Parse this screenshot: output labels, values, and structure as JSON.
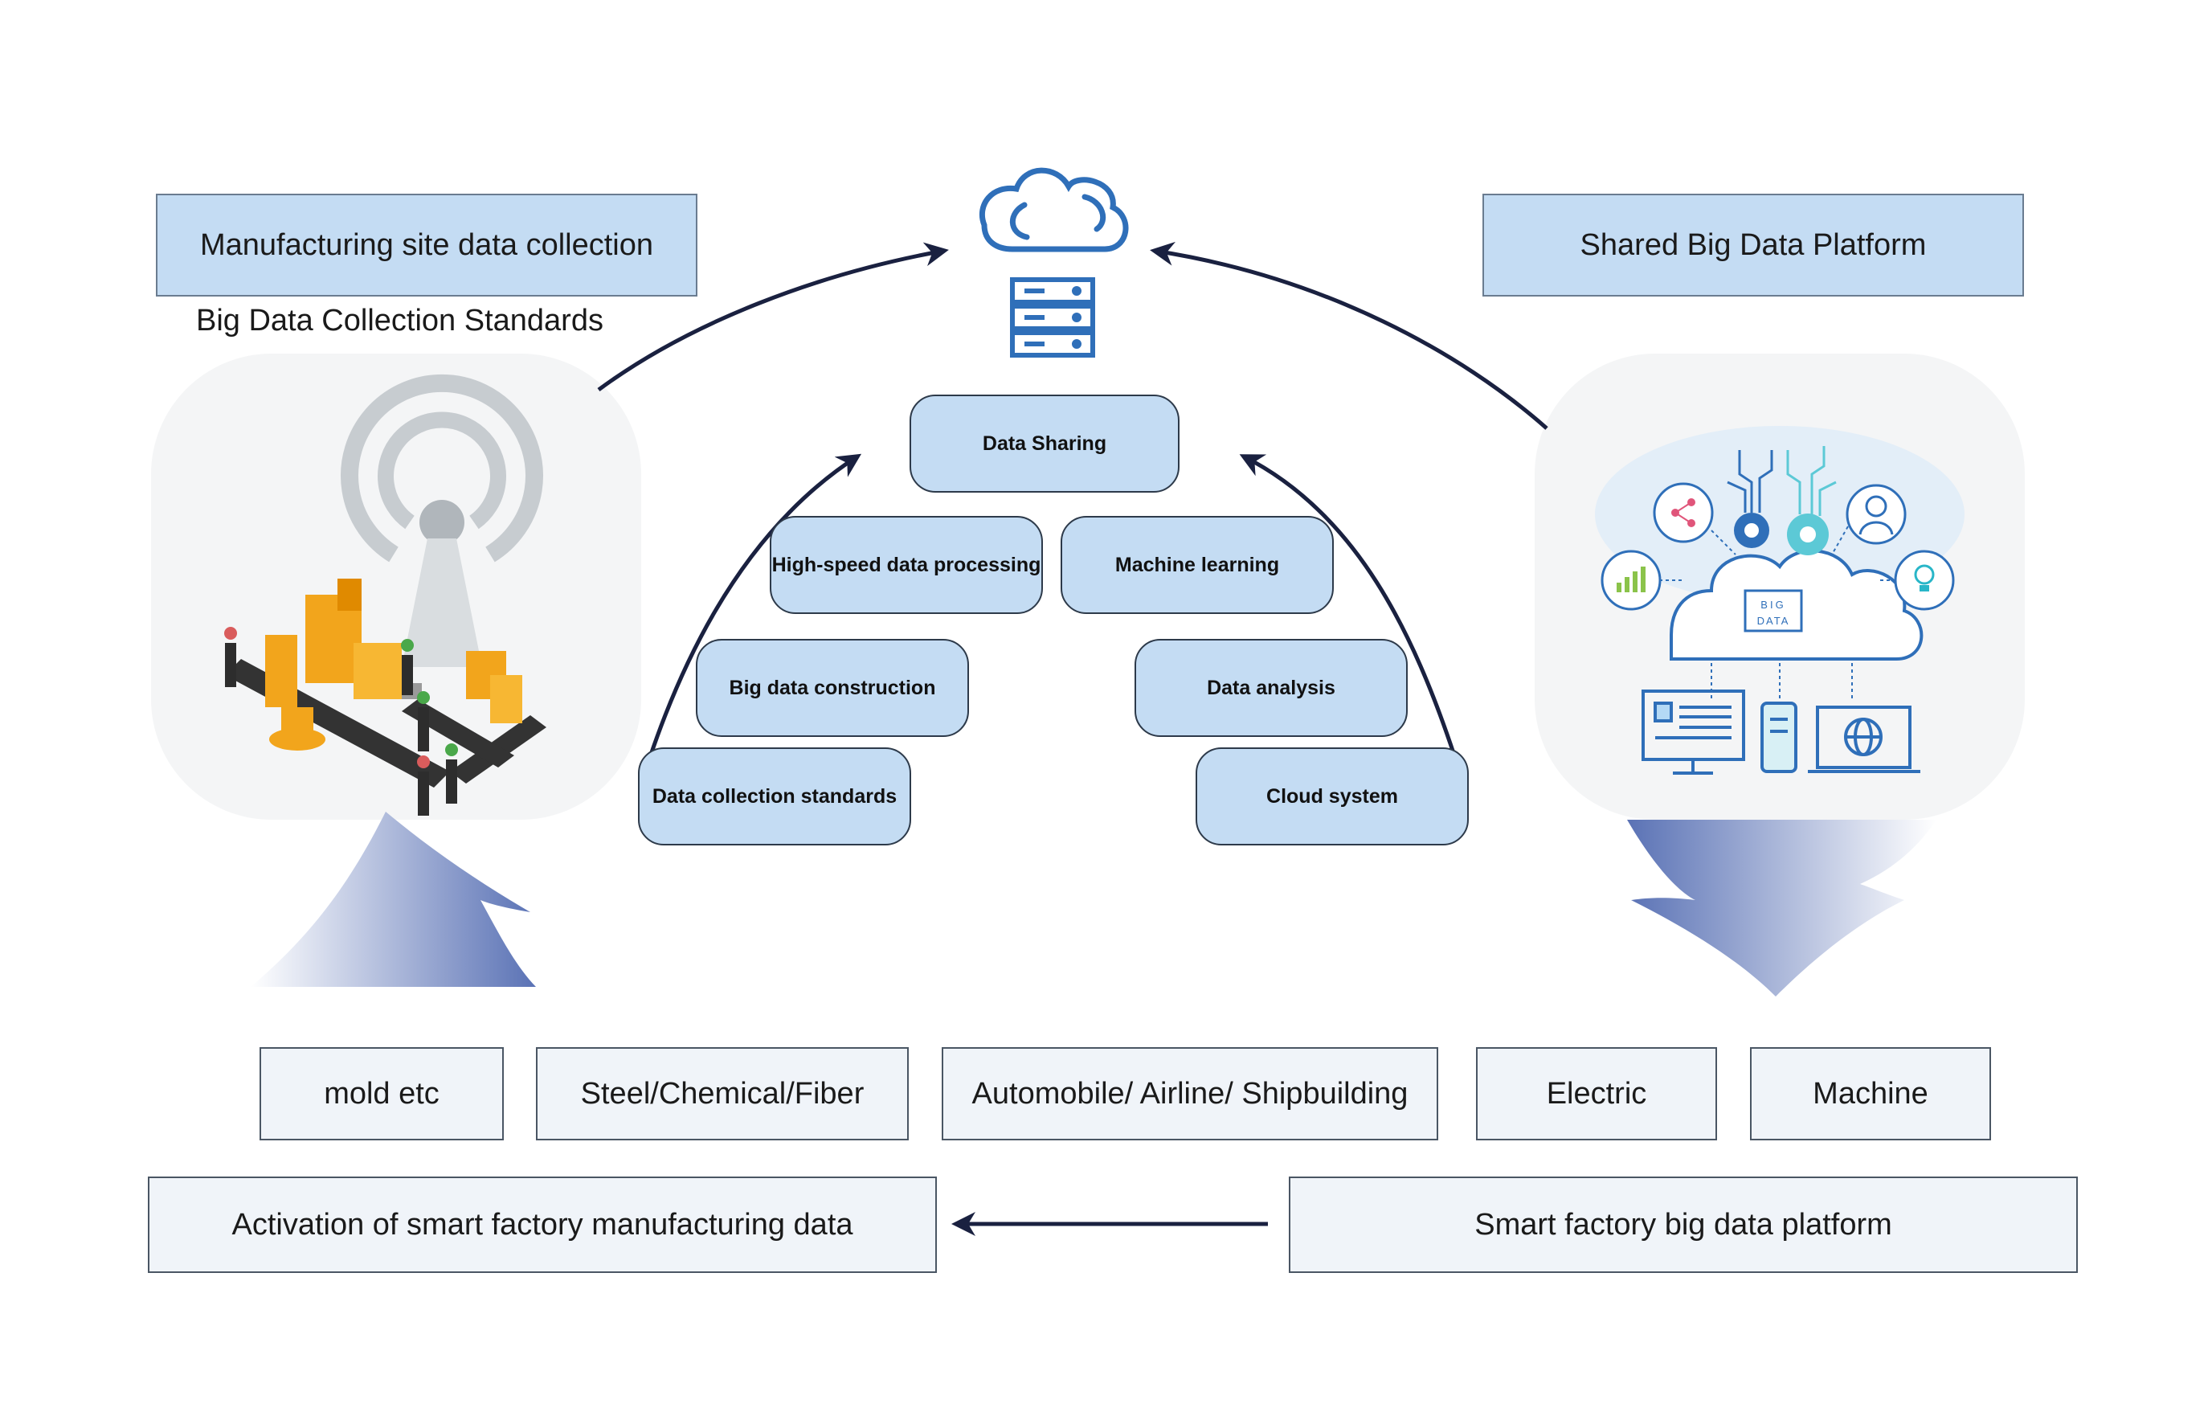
{
  "header": {
    "left_box": "Manufacturing site data collection",
    "left_caption": "Big Data Collection Standards",
    "right_box": "Shared Big Data Platform"
  },
  "center": {
    "top_icons": [
      "cloud-icon",
      "server-icon"
    ],
    "pills": [
      "Data Sharing",
      "High-speed data processing",
      "Machine learning",
      "Big data construction",
      "Data analysis",
      "Data collection standards",
      "Cloud system"
    ]
  },
  "right_panel": {
    "chip_label": "BIG DATA",
    "icons": [
      "share-icon",
      "gear-icon",
      "user-icon",
      "chart-icon",
      "lightbulb-icon",
      "desktop-icon",
      "phone-icon",
      "laptop-icon"
    ]
  },
  "left_panel": {
    "icons": [
      "antenna-icon",
      "factory-robot-icon"
    ]
  },
  "industries": [
    "mold etc",
    "Steel/Chemical/Fiber",
    "Automobile/ Airline/ Shipbuilding",
    "Electric",
    "Machine"
  ],
  "bottom": {
    "left": "Activation of smart factory manufacturing data",
    "right": "Smart factory big data platform"
  },
  "colors": {
    "box_fill": "#c4dcf3",
    "light_box_fill": "#f0f4f9",
    "arrow_dark": "#1a2140",
    "accent_blue": "#2f6fb9",
    "gradient_arrow": "#5a72b5"
  }
}
